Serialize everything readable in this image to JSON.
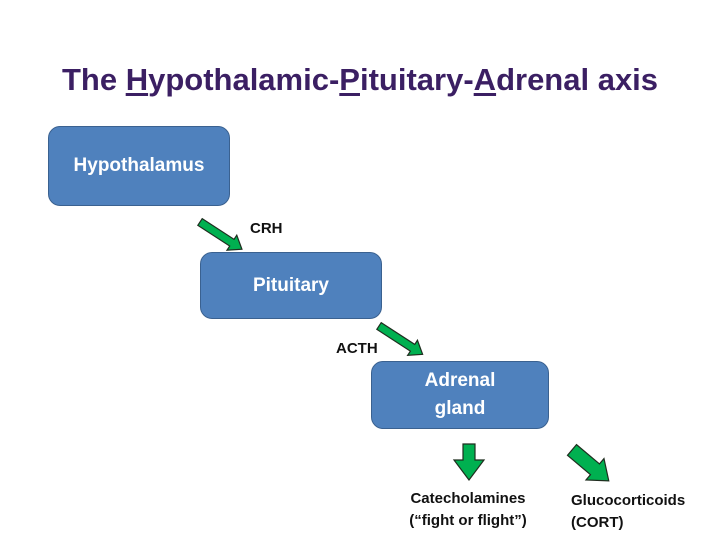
{
  "title": {
    "part1": "The ",
    "h": "H",
    "part2": "ypothalamic-",
    "p": "P",
    "part3": "ituitary-",
    "a": "A",
    "part4": "drenal axis"
  },
  "boxes": {
    "hypothalamus": "Hypothalamus",
    "pituitary": "Pituitary",
    "adrenal_line1": "Adrenal",
    "adrenal_line2": "gland"
  },
  "arrows": {
    "crh": "CRH",
    "acth": "ACTH"
  },
  "outputs": {
    "catecholamines_line1": "Catecholamines",
    "catecholamines_line2": "(“fight or flight”)",
    "glucocorticoids_line1": "Glucocorticoids",
    "glucocorticoids_line2": "(CORT)"
  },
  "colors": {
    "title": "#3b1f63",
    "box_fill": "#4f81bd",
    "arrow_fill": "#00b050"
  }
}
